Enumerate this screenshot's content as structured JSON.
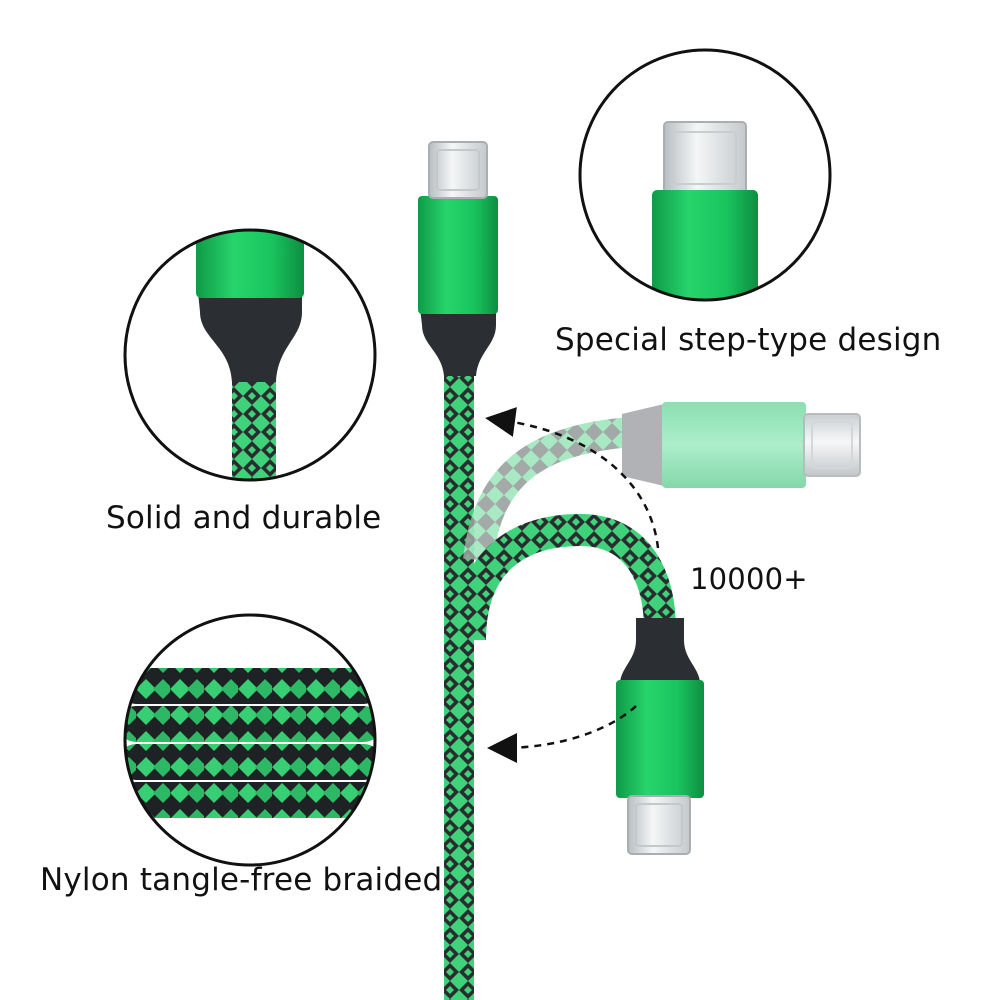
{
  "captions": {
    "step_design": "Special step-type design",
    "solid": "Solid and durable",
    "nylon": "Nylon tangle-free braided",
    "bend_count": "10000+"
  },
  "colors": {
    "connector_green": "#19c45e",
    "connector_green_dark": "#0f9a47",
    "strain_relief": "#2b2e33",
    "braid_green": "#3fd27a",
    "braid_dark": "#2a2d30",
    "plug_silver": "#d9dde0",
    "faded_connector": "#8fe3b4",
    "faded_relief": "#a8aaad"
  },
  "icons": [
    "usb-c-plug-icon",
    "bend-arrow-icon",
    "zoom-circle-icon"
  ]
}
